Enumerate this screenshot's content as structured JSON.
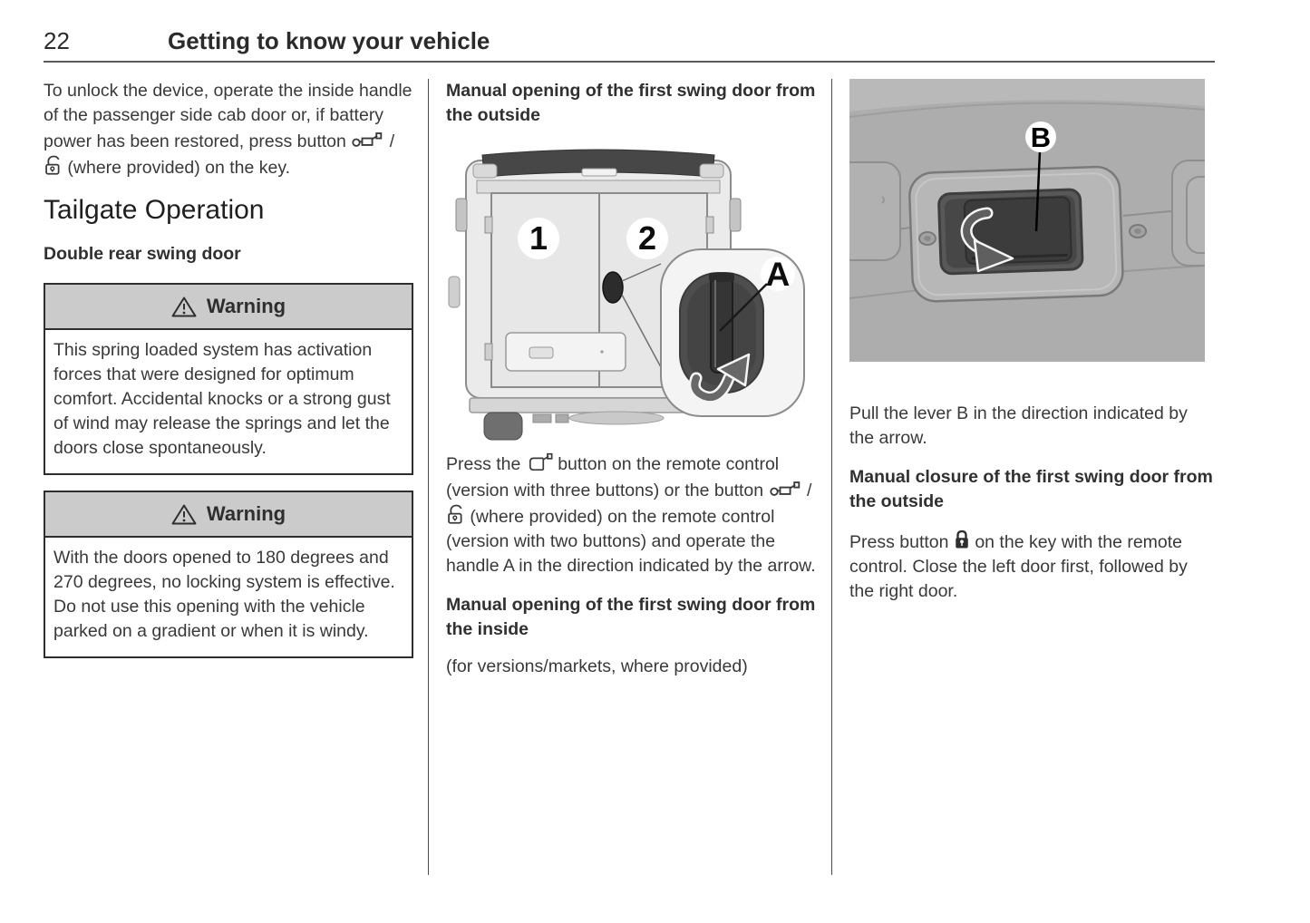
{
  "header": {
    "page_number": "22",
    "chapter_title": "Getting to know your vehicle"
  },
  "left_column": {
    "unlock_paragraph": {
      "part1": "To unlock the device, operate the inside handle of the passenger side cab door or, if battery power has been restored, press button ",
      "separator": " / ",
      "part2": " (where provided) on the key."
    },
    "section_title": "Tailgate Operation",
    "subsection_title": "Double rear swing door",
    "warnings": [
      {
        "title": "Warning",
        "body": "This spring loaded system has activation forces that were designed for optimum comfort. Accidental knocks or a strong gust of wind may release the springs and let the doors close spontaneously."
      },
      {
        "title": "Warning",
        "body": "With the doors opened to 180 degrees and 270 degrees, no locking system is effective. Do not use this opening with the vehicle parked on a gradient or when it is windy."
      }
    ]
  },
  "middle_column": {
    "heading_outside": "Manual opening of the first swing door from the outside",
    "van_figure": {
      "door1_label": "1",
      "door2_label": "2",
      "handle_label": "A"
    },
    "press_paragraph": {
      "part1": "Press the ",
      "part2": " button on the remote control (version with three buttons) or the button ",
      "separator": " / ",
      "part3": " (where provided) on the remote control (version with two buttons) and operate the handle A in the direction indicated by the arrow."
    },
    "heading_inside": "Manual opening of the first swing door from the inside",
    "availability_note": "(for versions/markets, where provided)"
  },
  "right_column": {
    "lever_figure": {
      "lever_label": "B"
    },
    "pull_paragraph": "Pull the lever B in the direction indicated by the arrow.",
    "heading_closure": "Manual closure of the first swing door from the outside",
    "close_paragraph": {
      "part1": "Press button ",
      "part2": " on the key with the remote control. Close the left door first, followed by the right door."
    }
  },
  "icons": {
    "warning_triangle": "warning-triangle-icon",
    "van_remote_button": "van-remote-button-icon",
    "unlock_padlock": "unlock-padlock-icon",
    "swing_door_remote": "swing-door-remote-button-icon",
    "closed_lock": "lock-icon"
  },
  "colors": {
    "warning_band": "#cbcbcb",
    "box_border": "#2e2e2e",
    "body_text": "#393939",
    "rule": "#5a5a5a",
    "photo_gray": "#adadad"
  }
}
